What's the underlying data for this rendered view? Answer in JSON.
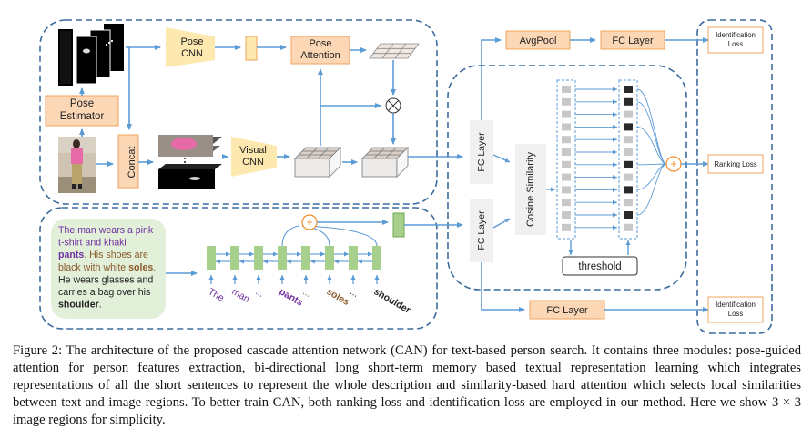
{
  "diagram": {
    "pose_estimator": "Pose\nEstimator",
    "pose_cnn": "Pose\nCNN",
    "pose_attention": "Pose\nAttention",
    "concat": "Concat",
    "visual_cnn": "Visual\nCNN",
    "fc_layer_vertical": "FC Layer",
    "cosine_similarity": "Cosine Similarity",
    "threshold": "threshold",
    "avgpool": "AvgPool",
    "fc_layer": "FC Layer",
    "identification_loss": "Identification\nLoss",
    "ranking_loss": "Ranking Loss",
    "plus": "+",
    "description": [
      [
        {
          "t": "The man wears a pink",
          "c": "purple"
        }
      ],
      [
        {
          "t": "t-shirt and khaki",
          "c": "purple"
        }
      ],
      [
        {
          "t": "pants",
          "c": "purple",
          "b": true
        },
        {
          "t": ". His shoes are",
          "c": "brown"
        }
      ],
      [
        {
          "t": "black with white ",
          "c": "brown"
        },
        {
          "t": "soles",
          "c": "brown",
          "b": true
        },
        {
          "t": ".",
          "c": "brown"
        }
      ],
      [
        {
          "t": "He wears glasses and",
          "c": "dark"
        }
      ],
      [
        {
          "t": "carries a bag over his",
          "c": "dark"
        }
      ],
      [
        {
          "t": "shoulder",
          "c": "dark",
          "b": true
        },
        {
          "t": ".",
          "c": "dark"
        }
      ]
    ],
    "words": [
      {
        "t": "The",
        "c": "purple",
        "b": false
      },
      {
        "t": "man",
        "c": "purple",
        "b": false
      },
      {
        "t": "...",
        "c": "purple",
        "b": false
      },
      {
        "t": "pants",
        "c": "purple",
        "b": true
      },
      {
        "t": "...",
        "c": "brown",
        "b": false
      },
      {
        "t": "soles",
        "c": "brown",
        "b": true
      },
      {
        "t": "...",
        "c": "dark",
        "b": false
      },
      {
        "t": "shoulder",
        "c": "dark",
        "b": true
      }
    ]
  },
  "colors": {
    "arrow": "#5b9bd5",
    "dash_border": "#3d6c9e",
    "orange_fill": "#fbd7b6",
    "orange_stroke": "#f0a35e",
    "yellow_fill": "#fde9b0",
    "green_fill": "#a8d08d",
    "green_bg": "#e2efd9",
    "gray_fill": "#e7e7e7",
    "plus_stroke": "#f28c28",
    "purple": "#7030a0",
    "brown": "#8b5a2b",
    "dark": "#222222"
  },
  "caption": {
    "text": "Figure 2: The architecture of the proposed cascade attention network (CAN) for text-based person search. It contains three modules: pose-guided attention for person features extraction, bi-directional long short-term memory based textual representation learning which integrates representations of all the short sentences to represent the whole description and similarity-based hard attention which selects local similarities between text and image regions. To better train CAN, both ranking loss and identification loss are employed in our method. Here we show 3 × 3 image regions for simplicity."
  }
}
